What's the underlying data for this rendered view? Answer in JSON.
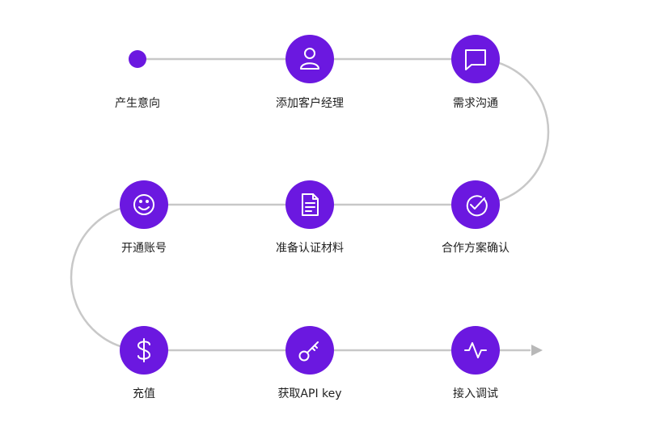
{
  "colors": {
    "accent": "#6b18e0",
    "line": "#c8c8c8",
    "arrow": "#b8b8b8",
    "icon": "#ffffff",
    "label": "#1f1f1f"
  },
  "steps": [
    {
      "label": "产生意向",
      "icon": "dot"
    },
    {
      "label": "添加客户经理",
      "icon": "user-icon"
    },
    {
      "label": "需求沟通",
      "icon": "chat-bubble-icon"
    },
    {
      "label": "合作方案确认",
      "icon": "check-circle-icon"
    },
    {
      "label": "准备认证材料",
      "icon": "document-icon"
    },
    {
      "label": "开通账号",
      "icon": "smile-icon"
    },
    {
      "label": "充值",
      "icon": "dollar-icon"
    },
    {
      "label": "获取API key",
      "icon": "key-icon"
    },
    {
      "label": "接入调试",
      "icon": "pulse-icon"
    }
  ]
}
